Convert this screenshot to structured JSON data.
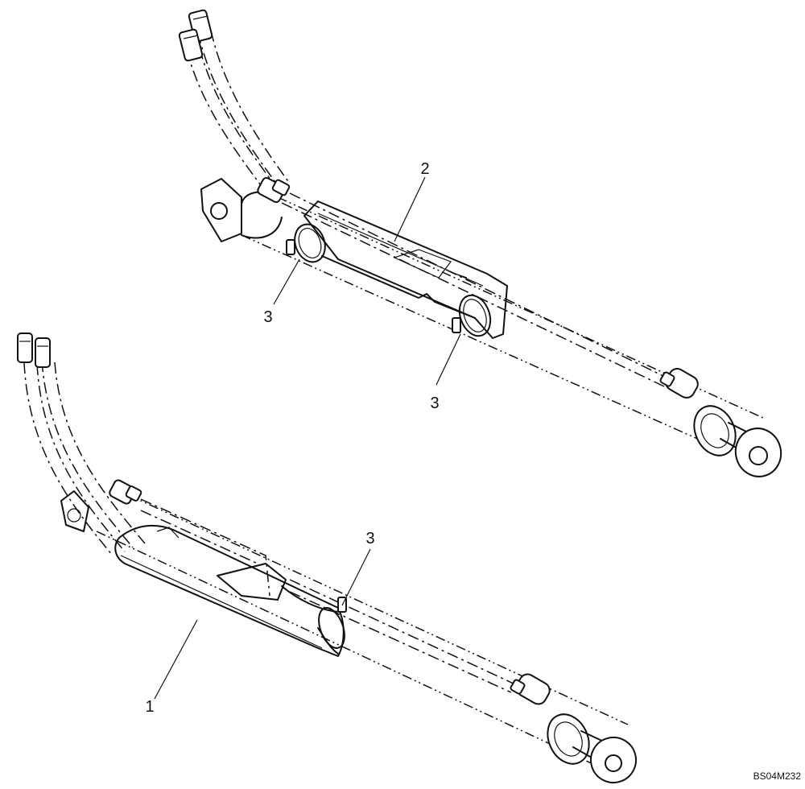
{
  "diagram": {
    "callouts": {
      "guard_upper": "2",
      "clamp_upper_left": "3",
      "clamp_upper_right": "3",
      "clamp_lower": "3",
      "cover_lower": "1"
    },
    "reference_code": "BS04M232"
  }
}
